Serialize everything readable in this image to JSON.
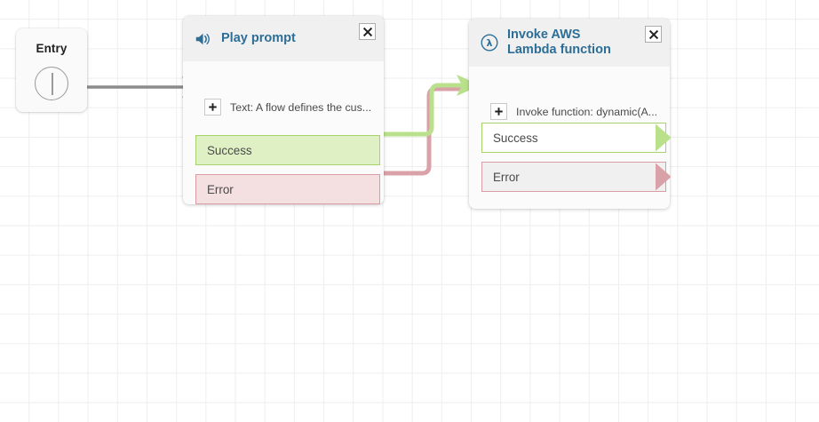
{
  "canvas": {
    "background_color": "#ffffff",
    "grid_line_color": "#eeeeee",
    "grid_size": 33
  },
  "entry_node": {
    "label": "Entry",
    "port_icon": "entry-port-icon"
  },
  "nodes": [
    {
      "id": "play-prompt",
      "title": "Play prompt",
      "icon": "speaker-icon",
      "title_color": "#2d6e96",
      "close_label": "close-icon",
      "parameter": {
        "add_icon": "plus-icon",
        "text": "Text: A flow defines the cus..."
      },
      "outcomes": [
        {
          "label": "Success",
          "type": "success",
          "style": "filled",
          "color": "#a6d36a",
          "fill": "#e0f0c5"
        },
        {
          "label": "Error",
          "type": "error",
          "style": "filled",
          "color": "#d99ca4",
          "fill": "#f4dfe1"
        }
      ]
    },
    {
      "id": "invoke-aws-lambda",
      "title": "Invoke AWS\nLambda function",
      "icon": "lambda-icon",
      "title_color": "#2d6e96",
      "close_label": "close-icon",
      "parameter": {
        "add_icon": "plus-icon",
        "text": "Invoke function: dynamic(A..."
      },
      "outcomes": [
        {
          "label": "Success",
          "type": "success",
          "style": "plain",
          "color": "#a6d36a",
          "fill": "#ffffff"
        },
        {
          "label": "Error",
          "type": "error",
          "style": "plain",
          "color": "#d99ca4",
          "fill": "#f0f0f0"
        }
      ]
    }
  ],
  "connections": [
    {
      "id": "entry-to-play-prompt",
      "from": "entry-node",
      "to": "play-prompt",
      "color": "#8c8c8c"
    },
    {
      "id": "play-prompt-success-to-lambda",
      "from": "play-prompt.success",
      "to": "invoke-aws-lambda",
      "color": "#b9e08a"
    },
    {
      "id": "play-prompt-error-to-lambda",
      "from": "play-prompt.error",
      "to": "invoke-aws-lambda",
      "color": "#d9a2a8"
    }
  ]
}
